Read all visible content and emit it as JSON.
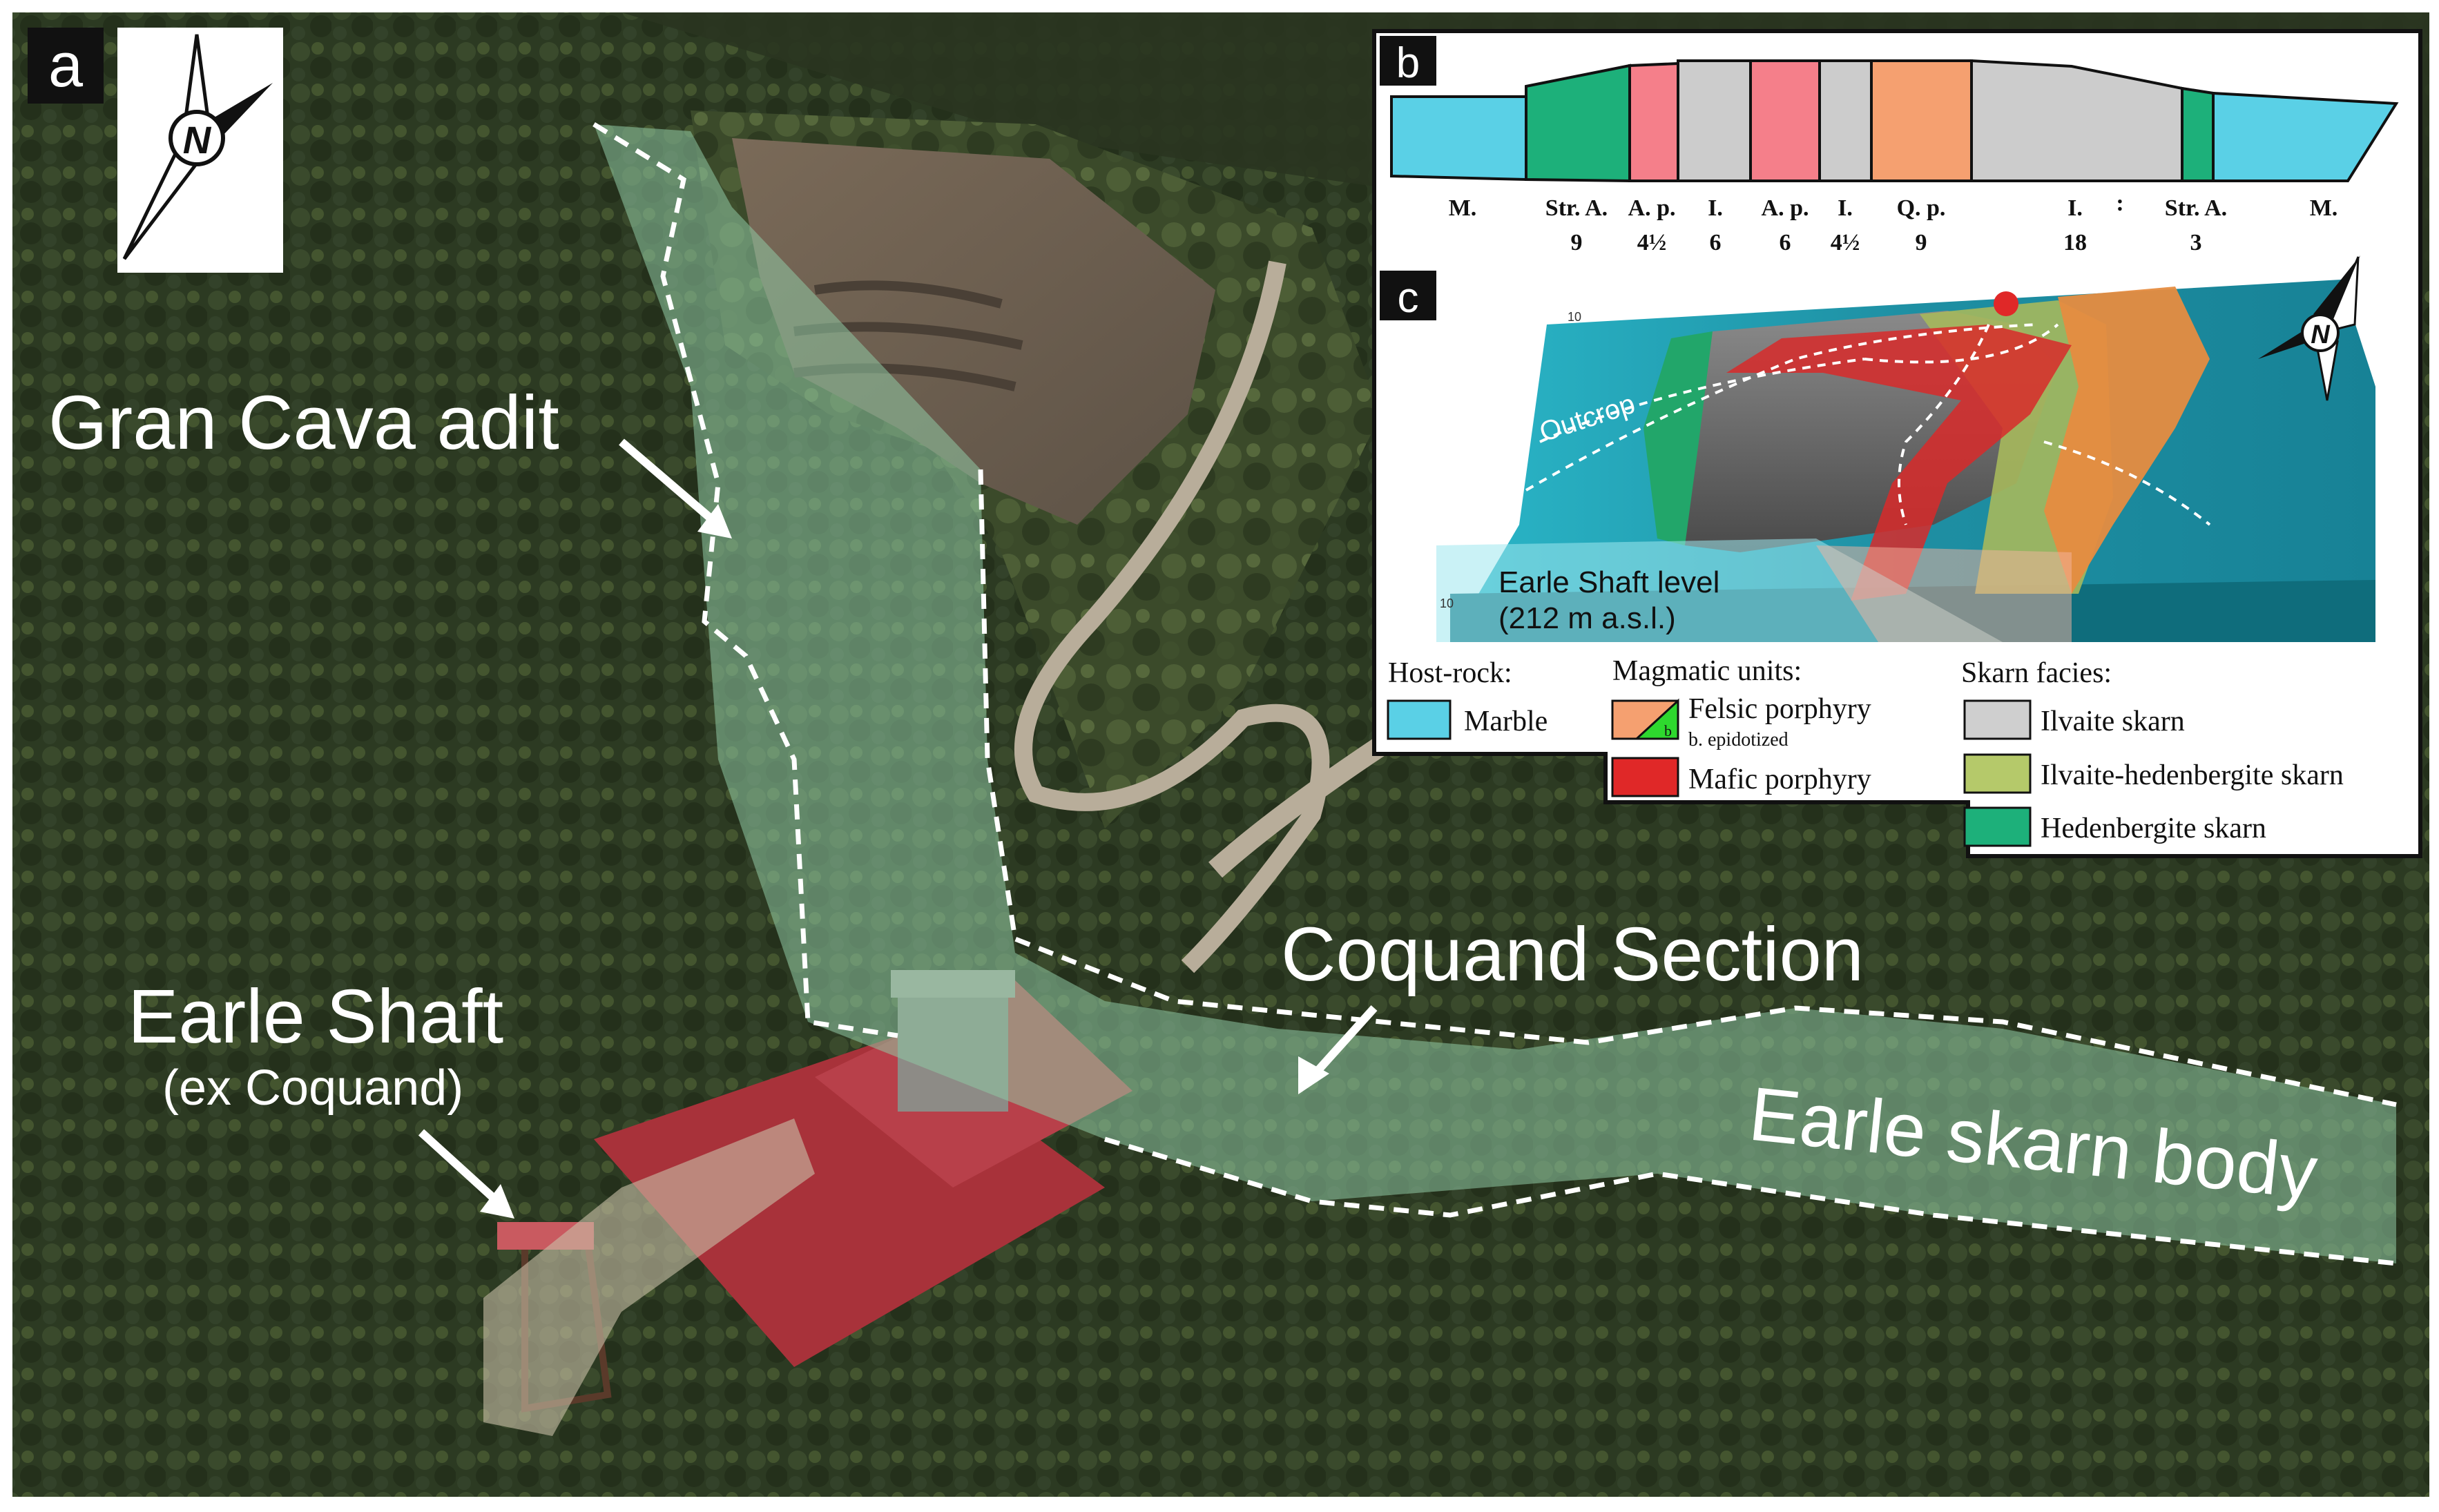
{
  "panel_a": {
    "letter": "a",
    "labels": {
      "gran_cava": "Gran Cava adit",
      "earle_shaft": "Earle Shaft",
      "earle_shaft_sub": "(ex Coquand)",
      "coquand_section": "Coquand Section",
      "skarn_body": "Earle skarn body"
    },
    "north_symbol": "N"
  },
  "panel_b": {
    "letter": "b",
    "units": [
      {
        "code": "M.",
        "value": ""
      },
      {
        "code": "Str. A.",
        "value": "9"
      },
      {
        "code": "A. p.",
        "value": "4½"
      },
      {
        "code": "I.",
        "value": "6"
      },
      {
        "code": "A. p.",
        "value": "6"
      },
      {
        "code": "I.",
        "value": "4½"
      },
      {
        "code": "Q. p.",
        "value": "9"
      },
      {
        "code": "I.",
        "value": "18"
      },
      {
        "code": ":",
        "value": ""
      },
      {
        "code": "Str. A.",
        "value": "3"
      },
      {
        "code": "M.",
        "value": ""
      }
    ]
  },
  "panel_c": {
    "letter": "c",
    "outcrop_label": "Outcrop",
    "level_label": "Earle Shaft level",
    "level_sub": "(212 m a.s.l.)",
    "axis_tick_top": "10",
    "axis_tick_bottom": "10",
    "north_symbol": "N"
  },
  "legend": {
    "host_title": "Host-rock:",
    "magmatic_title": "Magmatic units:",
    "skarn_title": "Skarn facies:",
    "marble": "Marble",
    "felsic": "Felsic porphyry",
    "felsic_sub": "b. epidotized",
    "felsic_swatch_letter": "b",
    "mafic": "Mafic porphyry",
    "ilvaite": "Ilvaite skarn",
    "ilv_hed": "Ilvaite-hedenbergite skarn",
    "hedenbergite": "Hedenbergite skarn"
  },
  "colors": {
    "marble": "#5ad0e6",
    "hedenbergite": "#1db07a",
    "mafic": "#f06c78",
    "ilvaite": "#cfcfcf",
    "felsic": "#f5a070",
    "ilv_hed": "#b5c96a",
    "mafic_dark": "#e02828"
  }
}
